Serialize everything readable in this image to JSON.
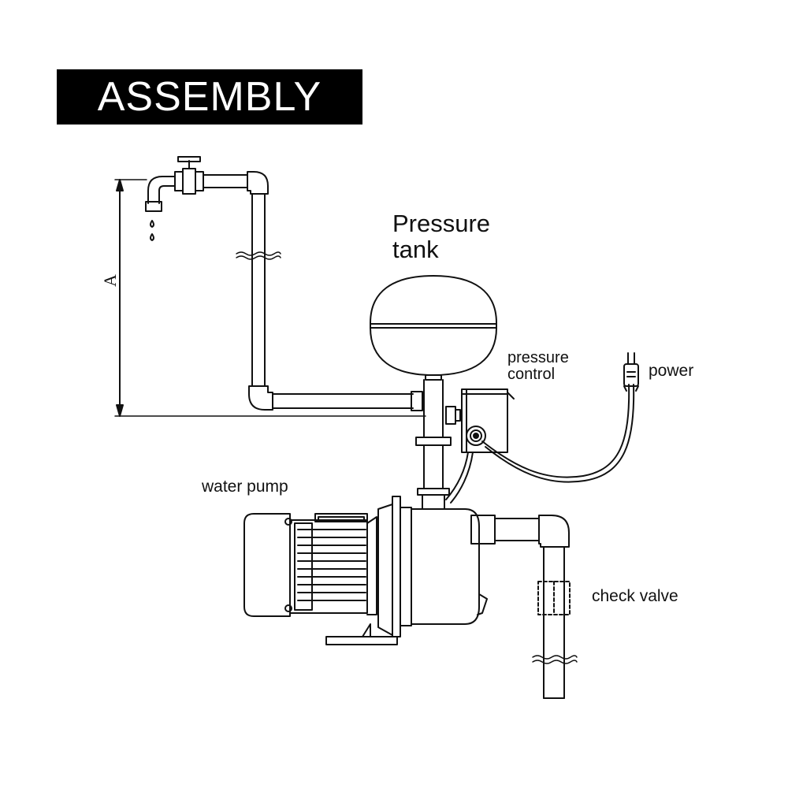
{
  "header": {
    "title": "ASSEMBLY"
  },
  "labels": {
    "pressure_tank": "Pressure\ntank",
    "pressure_control": "pressure\ncontrol",
    "power": "power",
    "water_pump": "water pump",
    "check_valve": "check valve",
    "height_dimension": "A"
  },
  "colors": {
    "line": "#111111",
    "banner_bg": "#000000",
    "banner_text": "#ffffff"
  }
}
